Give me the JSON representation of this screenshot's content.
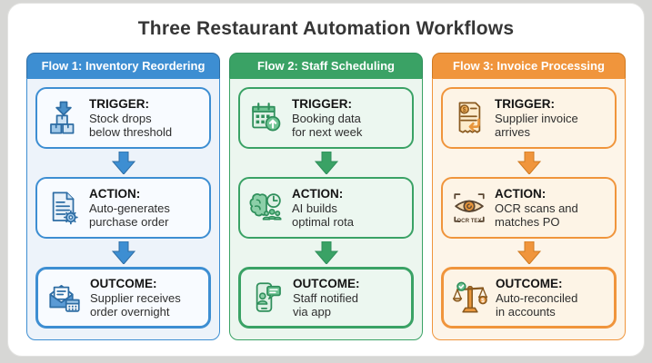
{
  "title": "Three Restaurant Automation Workflows",
  "colors": {
    "flow1_accent": "#3d8ed2",
    "flow2_accent": "#3aa265",
    "flow3_accent": "#f0953c",
    "title_text": "#363636"
  },
  "flows": [
    {
      "header": "Flow 1: Inventory Reordering",
      "steps": [
        {
          "label": "TRIGGER:",
          "line1": "Stock drops",
          "line2": "below threshold",
          "icon": "boxes-arrow-down-icon"
        },
        {
          "label": "ACTION:",
          "line1": "Auto-generates",
          "line2": "purchase order",
          "icon": "document-gear-icon"
        },
        {
          "label": "OUTCOME:",
          "line1": "Supplier receives",
          "line2": "order overnight",
          "icon": "envelope-calendar-icon"
        }
      ]
    },
    {
      "header": "Flow 2: Staff Scheduling",
      "steps": [
        {
          "label": "TRIGGER:",
          "line1": "Booking data",
          "line2": "for next week",
          "icon": "calendar-upload-icon"
        },
        {
          "label": "ACTION:",
          "line1": "AI builds",
          "line2": "optimal rota",
          "icon": "ai-brain-clock-team-icon"
        },
        {
          "label": "OUTCOME:",
          "line1": "Staff notified",
          "line2": "via app",
          "icon": "phone-notification-icon"
        }
      ]
    },
    {
      "header": "Flow 3: Invoice Processing",
      "steps": [
        {
          "label": "TRIGGER:",
          "line1": "Supplier invoice",
          "line2": "arrives",
          "icon": "invoice-dollar-icon"
        },
        {
          "label": "ACTION:",
          "line1": "OCR scans and",
          "line2": "matches PO",
          "icon": "ocr-eye-scan-icon",
          "icon_caption": "OCR TEX"
        },
        {
          "label": "OUTCOME:",
          "line1": "Auto-reconciled",
          "line2": "in accounts",
          "icon": "balance-scale-icon"
        }
      ]
    }
  ]
}
